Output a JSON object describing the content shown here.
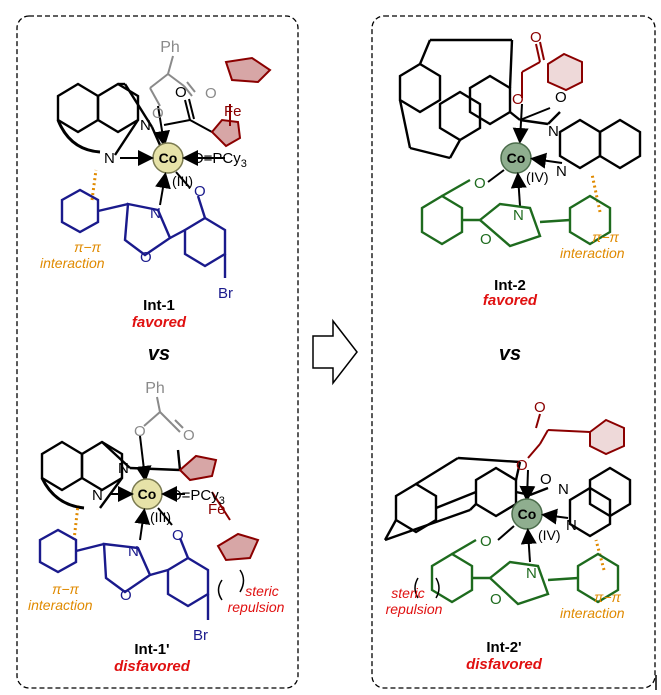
{
  "colors": {
    "black": "#000000",
    "blue": "#1a1a8c",
    "green": "#1e6b1e",
    "darkred": "#8b0000",
    "red": "#e01010",
    "orange": "#e08a00",
    "gray": "#8a8a8a",
    "co_left": "#e6e2a8",
    "co_right": "#8fae8f"
  },
  "left": {
    "top": {
      "ph": "Ph",
      "o_carbonyl": "O",
      "o_ester": "O",
      "o_amide": "O",
      "fe": "Fe",
      "n_amide": "N",
      "n_quin": "N",
      "co": "Co",
      "ligand": "O=PCy",
      "ligand_sub": "3",
      "ox_state": "(III)",
      "n_ox": "N",
      "o_ox": "O",
      "o_phen": "O",
      "br": "Br",
      "pipi": "π−π",
      "interaction": "interaction",
      "name": "Int-1",
      "status": "favored"
    },
    "vs": "vs",
    "bottom": {
      "ph": "Ph",
      "o_carbonyl": "O",
      "o_ester": "O",
      "fe": "Fe",
      "n_amide": "N",
      "n_quin": "N",
      "co": "Co",
      "ligand": "O=PCy",
      "ligand_sub": "3",
      "ox_state": "(III)",
      "n_ox": "N",
      "o_ox": "O",
      "o_phen": "O",
      "br": "Br",
      "pipi": "π−π",
      "interaction": "interaction",
      "steric": "steric",
      "repulsion": "repulsion",
      "name": "Int-1'",
      "status": "disfavored"
    }
  },
  "right": {
    "top": {
      "o_carbonyl": "O",
      "o_ester": "O",
      "o_amide": "O",
      "n_amide": "N",
      "n_quin": "N",
      "co": "Co",
      "ox_state": "(IV)",
      "o_phen": "O",
      "n_ox": "N",
      "o_ox": "O",
      "pipi": "π−π",
      "interaction": "interaction",
      "name": "Int-2",
      "status": "favored"
    },
    "vs": "vs",
    "bottom": {
      "o_carbonyl": "O",
      "o_ester": "O",
      "o_amide": "O",
      "n_amide": "N",
      "n_quin": "N",
      "co": "Co",
      "ox_state": "(IV)",
      "o_phen": "O",
      "n_ox": "N",
      "o_ox": "O",
      "pipi": "π−π",
      "interaction": "interaction",
      "steric": "steric",
      "repulsion": "repulsion",
      "name": "Int-2'",
      "status": "disfavored"
    }
  }
}
